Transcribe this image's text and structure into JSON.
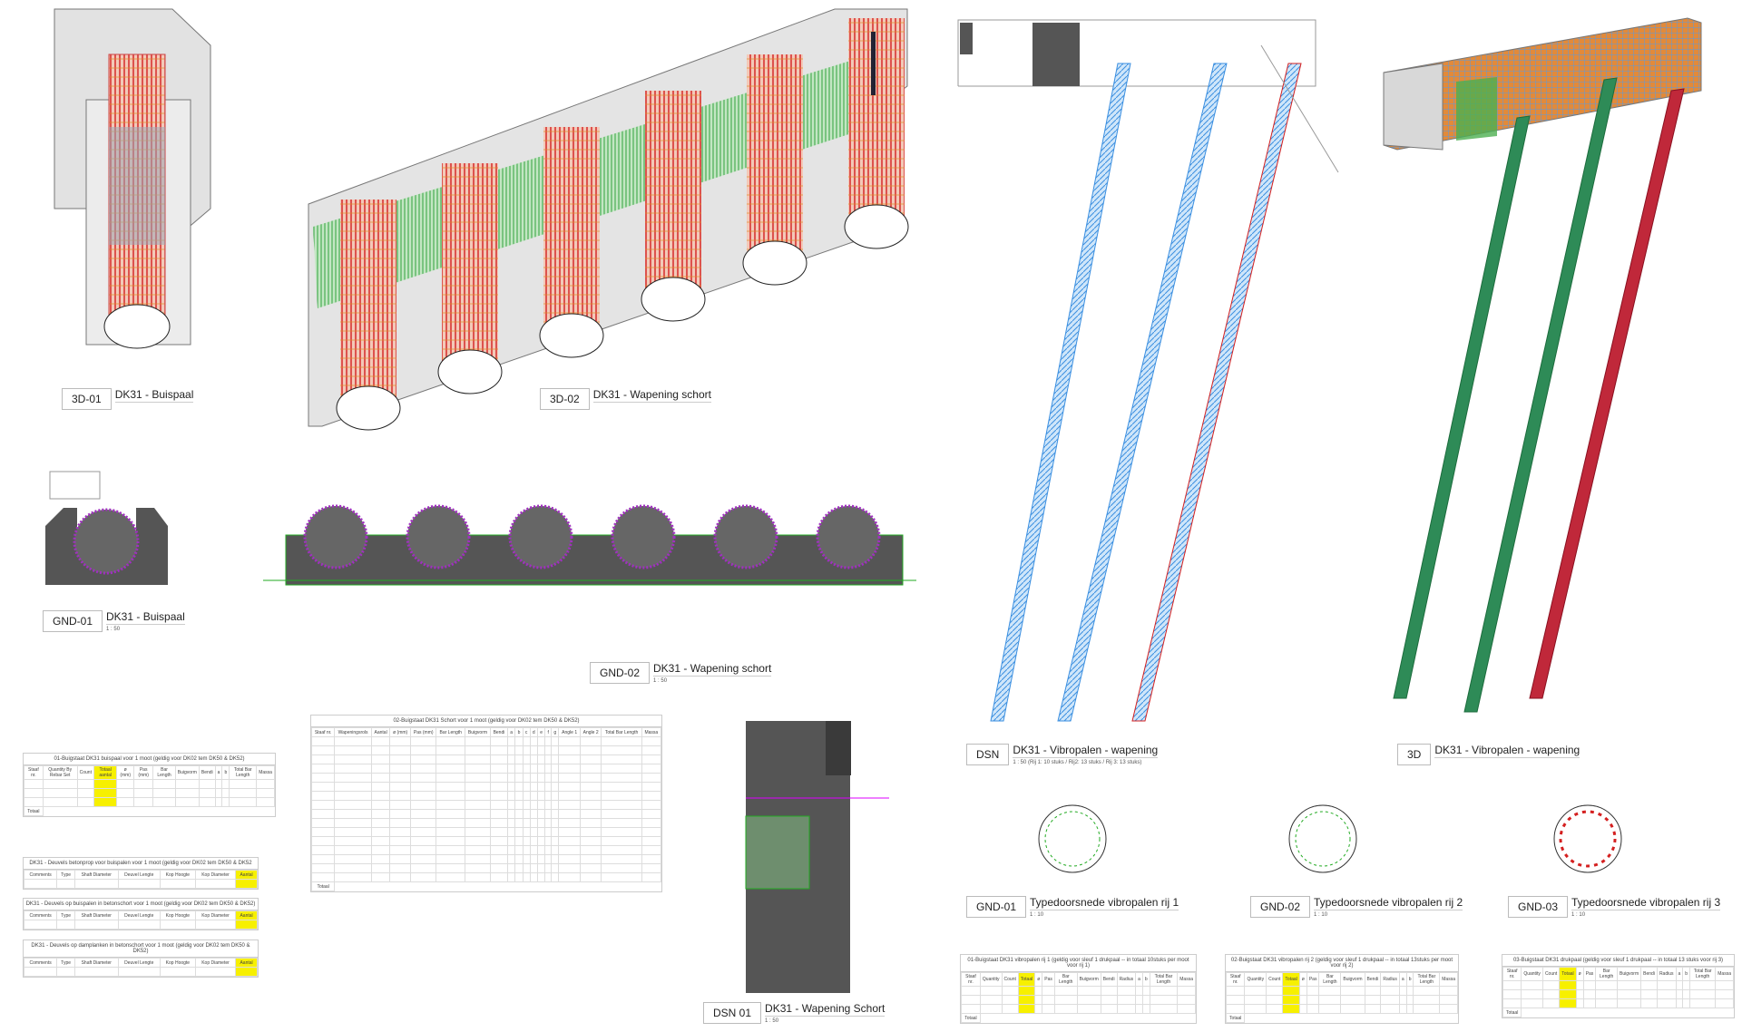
{
  "views": {
    "v3d01": {
      "code": "3D-01",
      "title": "DK31 - Buispaal",
      "scale": ""
    },
    "v3d02": {
      "code": "3D-02",
      "title": "DK31 - Wapening schort",
      "scale": ""
    },
    "dsn": {
      "code": "DSN",
      "title": "DK31 - Vibropalen - wapening",
      "scale": "1 : 50  (Rij 1: 10 stuks / Rij2: 13 stuks / Rij 3: 13 stuks)"
    },
    "v3d": {
      "code": "3D",
      "title": "DK31 - Vibropalen - wapening",
      "scale": ""
    },
    "gnd01a": {
      "code": "GND-01",
      "title": "DK31 - Buispaal",
      "scale": "1 : 50"
    },
    "gnd02a": {
      "code": "GND-02",
      "title": "DK31 - Wapening schort",
      "scale": "1 : 50"
    },
    "dsn01": {
      "code": "DSN 01",
      "title": "DK31 - Wapening Schort",
      "scale": "1 : 50"
    },
    "gnd01b": {
      "code": "GND-01",
      "title": "Typedoorsnede vibropalen rij 1",
      "scale": "1 : 10"
    },
    "gnd02b": {
      "code": "GND-02",
      "title": "Typedoorsnede vibropalen rij 2",
      "scale": "1 : 10"
    },
    "gnd03b": {
      "code": "GND-03",
      "title": "Typedoorsnede vibropalen rij 3",
      "scale": "1 : 10"
    }
  },
  "tables": {
    "buispaal": {
      "title": "01-Buigstaat DK31 buispaal voor 1 moot (geldig voor DK02 tem DK50 & DK52)",
      "headers": [
        "Staaf nr.",
        "Quantity By Rebar Set",
        "Count",
        "Totaal aantal",
        "ø (mm)",
        "Pas (mm)",
        "Bar Length",
        "Buigvorm",
        "Bendi",
        "a",
        "b",
        "Total Bar Length",
        "Massa"
      ],
      "total_label": "Totaal"
    },
    "deuvels1": {
      "title": "DK31 - Deuvels betonprop voor buispalen voor 1 moot (geldig voor DK02 tem DK50 & DK52",
      "headers": [
        "Comments",
        "Type",
        "Shaft Diameter",
        "Deuvel Lengte",
        "Kop Hoogte",
        "Kop Diameter",
        "Aantal"
      ]
    },
    "deuvels2": {
      "title": "DK31 - Deuvels op buispalen in betonschort  voor 1 moot (geldig voor DK02 tem DK50 & DK52)",
      "headers": [
        "Comments",
        "Type",
        "Shaft Diameter",
        "Deuvel Lengte",
        "Kop Hoogte",
        "Kop Diameter",
        "Aantal"
      ]
    },
    "deuvels3": {
      "title": "DK31 - Deuvels op damplanken in betonschort voor 1 moot (geldig voor DK02 tem DK50 & DK52)",
      "headers": [
        "Comments",
        "Type",
        "Shaft Diameter",
        "Deuvel Lengte",
        "Kop Hoogte",
        "Kop Diameter",
        "Aantal"
      ]
    },
    "schort": {
      "title": "02-Buigstaat DK31 Schort voor 1 moot (geldig voor DK02 tem DK50 & DK52)",
      "headers": [
        "Staaf nr.",
        "Wapeningsrols",
        "Aantal",
        "ø (mm)",
        "Pas (mm)",
        "Bar Length",
        "Buigvorm",
        "Bendi",
        "a",
        "b",
        "c",
        "d",
        "e",
        "f",
        "g",
        "Angle 1",
        "Angle 2",
        "Total Bar Length",
        "Massa"
      ],
      "total_label": "Totaal"
    },
    "vibro1": {
      "title": "01-Buigstaat DK31 vibropalen rij 1 (geldig voor sleuf 1 drukpaal -- in totaal 10stuks per moot voor rij 1)",
      "headers": [
        "Staaf nr.",
        "Quantity",
        "Count",
        "Totaal",
        "ø",
        "Pas",
        "Bar Length",
        "Buigvorm",
        "Bendi",
        "Radius",
        "a",
        "b",
        "Total Bar Length",
        "Massa"
      ],
      "total_label": "Totaal"
    },
    "vibro2": {
      "title": "02-Buigstaat DK31 vibropalen rij 2 (geldig voor sleuf 1 drukpaal -- in totaal 13stuks per moot voor rij 2)",
      "headers": [
        "Staaf nr.",
        "Quantity",
        "Count",
        "Totaal",
        "ø",
        "Pas",
        "Bar Length",
        "Buigvorm",
        "Bendi",
        "Radius",
        "a",
        "b",
        "Total Bar Length",
        "Massa"
      ],
      "total_label": "Totaal"
    },
    "vibro3": {
      "title": "03-Buigstaat DK31 drukpaal (geldig voor sleuf 1 drukpaal -- in totaal 13 stuks voor rij 3)",
      "headers": [
        "Staaf nr.",
        "Quantity",
        "Count",
        "Totaal",
        "ø",
        "Pas",
        "Bar Length",
        "Buigvorm",
        "Bendi",
        "Radius",
        "a",
        "b",
        "Total Bar Length",
        "Massa"
      ],
      "total_label": "Totaal"
    }
  },
  "colors": {
    "concrete": "#d9d9d9",
    "rebar_red": "#d42020",
    "rebar_green": "#22aa22",
    "rebar_blue": "#3b8fe0",
    "highlight": "#f7f000"
  }
}
